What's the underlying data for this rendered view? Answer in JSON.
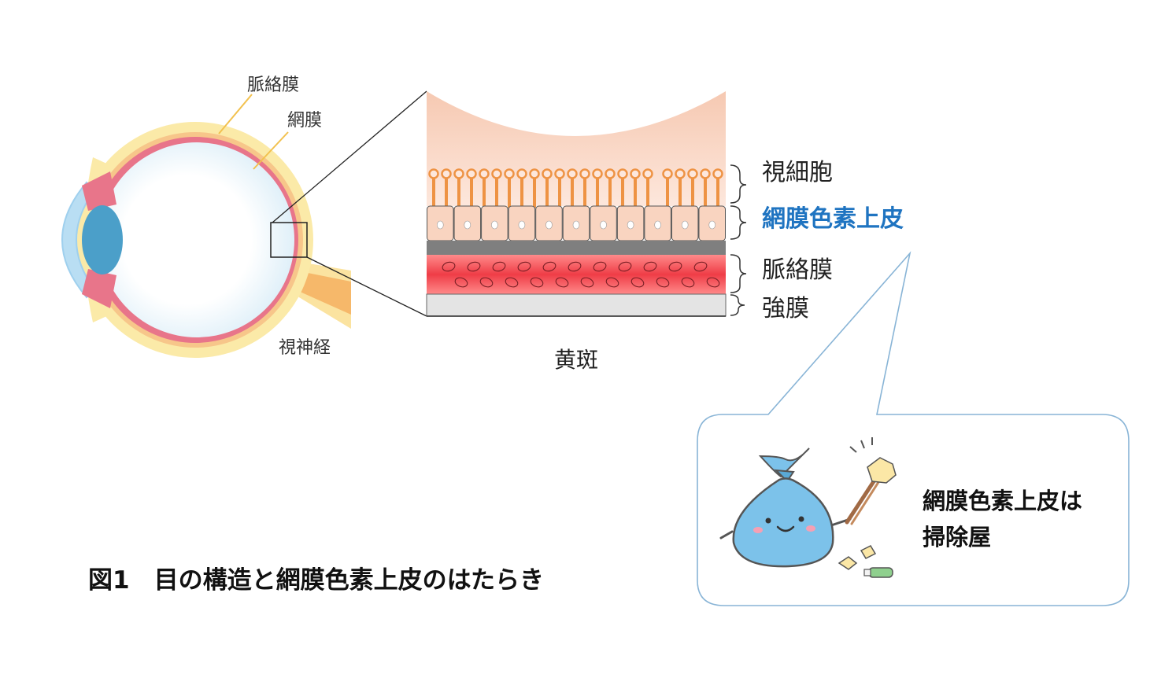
{
  "eye": {
    "label_choroid": "脈絡膜",
    "label_retina": "網膜",
    "label_optic_nerve": "視神経"
  },
  "macula": {
    "label": "黄斑",
    "layers": {
      "photoreceptor": "視細胞",
      "rpe": "網膜色素上皮",
      "choroid": "脈絡膜",
      "sclera": "強膜"
    }
  },
  "bubble": {
    "line1": "網膜色素上皮は",
    "line2": "掃除屋"
  },
  "caption": "図1　目の構造と網膜色素上皮のはたらき",
  "colors": {
    "highlight": "#1f74c1",
    "retina_pink": "#e8758a",
    "choroid_yellow": "#fbe9a6",
    "photoreceptor_orange": "#ee9344",
    "choroid_red": "#ef4a52",
    "bubble_border": "#88b4d6",
    "mascot_blue": "#7cc2ea"
  }
}
